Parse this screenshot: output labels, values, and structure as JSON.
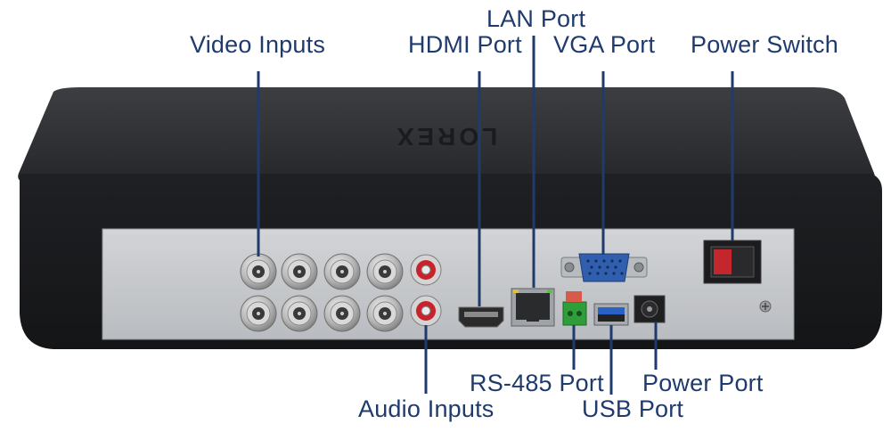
{
  "labels": {
    "video_inputs": "Video Inputs",
    "lan_port": "LAN Port",
    "hdmi_port": "HDMI Port",
    "vga_port": "VGA Port",
    "power_switch": "Power Switch",
    "rs485_port": "RS-485 Port",
    "power_port": "Power Port",
    "audio_inputs": "Audio Inputs",
    "usb_port": "USB Port"
  },
  "device": {
    "brand_logo": "LOREX"
  },
  "colors": {
    "callout_text": "#1f3b6e",
    "callout_line": "#1f3b6e",
    "device_body": "#2a2b2e",
    "back_panel": "#c4c7cb",
    "rca_red": "#c8232c",
    "rs485_green": "#2e9d3a",
    "vga_blue": "#2f5fae",
    "usb_blue": "#2b61c7"
  }
}
